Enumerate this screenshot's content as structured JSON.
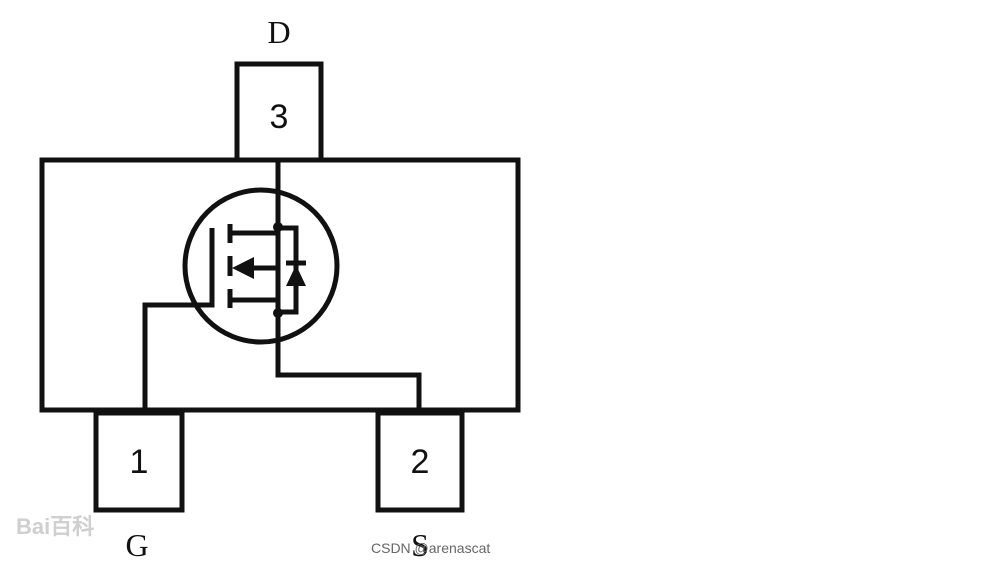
{
  "pins": {
    "drain": {
      "letter": "D",
      "number": "3"
    },
    "gate": {
      "letter": "G",
      "number": "1"
    },
    "source": {
      "letter": "S",
      "number": "2"
    }
  },
  "watermarks": {
    "logo": "Bai百科",
    "credit": "CSDN @arenascat"
  },
  "colors": {
    "line": "#111111",
    "background": "#ffffff",
    "watermark": "#cfcfcf"
  }
}
